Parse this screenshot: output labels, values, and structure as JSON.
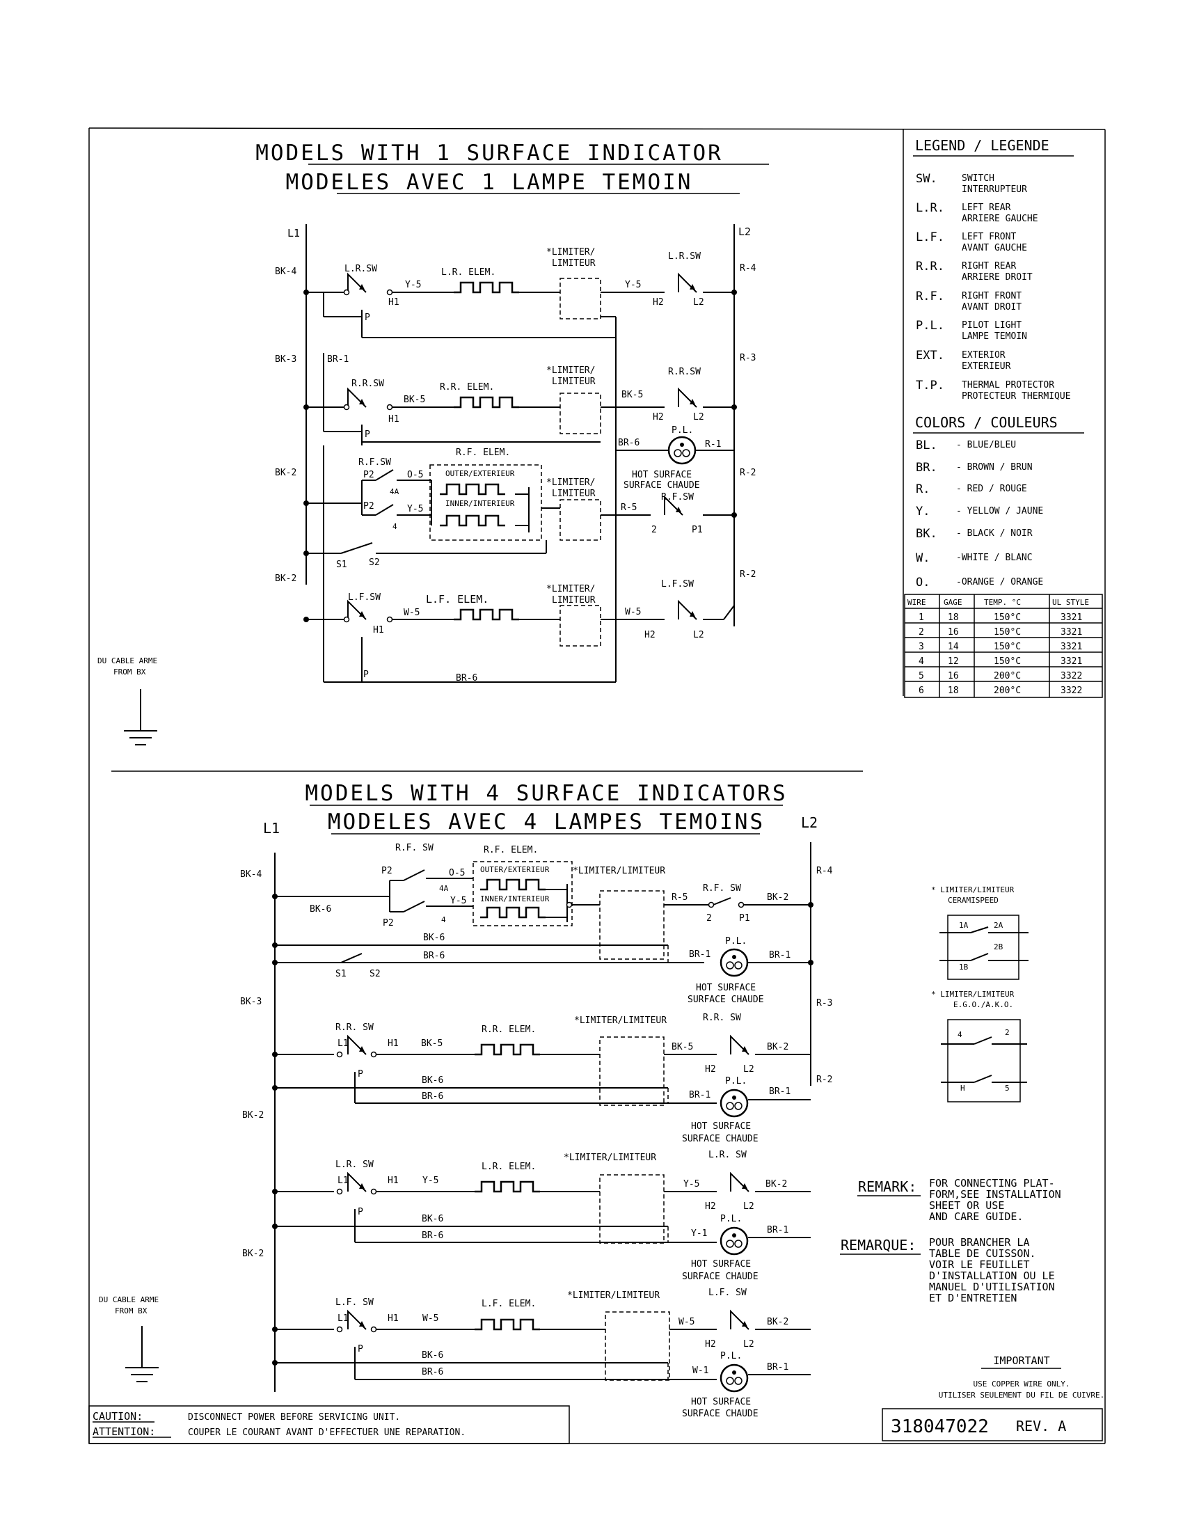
{
  "top": {
    "title1": "MODELS WITH 1 SURFACE INDICATOR",
    "title2": "MODELES AVEC 1 LAMPE TEMOIN",
    "L1": "L1",
    "L2": "L2",
    "left_wires": [
      "BK-4",
      "BK-3",
      "BK-2",
      "BK-2"
    ],
    "right_wires": [
      "R-4",
      "R-3",
      "R-2",
      "R-2"
    ],
    "rows": [
      {
        "sw": "L.R.SW",
        "wire": "Y-5",
        "elem": "L.R. ELEM.",
        "limiter": "*LIMITER/\nLIMITEUR",
        "rsw": "L.R.SW",
        "rwire": "Y-5",
        "h1": "H1",
        "h2": "H2",
        "l2": "L2",
        "p": "P"
      },
      {
        "sw": "R.R.SW",
        "wire": "BK-5",
        "elem": "R.R. ELEM.",
        "limiter": "*LIMITER/\nLIMITEUR",
        "rsw": "R.R.SW",
        "rwire": "BK-5",
        "h1": "H1",
        "h2": "H2",
        "l2": "L2",
        "p": "P"
      },
      {
        "sw": "L.F.SW",
        "wire": "W-5",
        "elem": "L.F. ELEM.",
        "limiter": "*LIMITER/\nLIMITEUR",
        "rsw": "L.F.SW",
        "rwire": "W-5",
        "h1": "H1",
        "h2": "H2",
        "l2": "L2",
        "p": "P"
      }
    ],
    "br1": "BR-1",
    "br6": "BR-6",
    "rf": {
      "sw": "R.F.SW",
      "elem": "R.F. ELEM.",
      "outer": "OUTER/EXTERIEUR",
      "inner": "INNER/INTERIEUR",
      "p2": "P2",
      "o5": "O-5",
      "a4": "4A",
      "y5": "Y-5",
      "n4": "4",
      "limiter": "*LIMITER/\nLIMITEUR",
      "r5": "R-5",
      "rsw": "R.F.SW",
      "n2": "2",
      "p1": "P1",
      "br6": "BR-6",
      "pl": "P.L.",
      "r1": "R-1",
      "hot1": "HOT SURFACE",
      "hot2": "SURFACE CHAUDE",
      "s1": "S1",
      "s2": "S2"
    },
    "ground1": "DU CABLE ARME",
    "ground2": "FROM BX"
  },
  "legend": {
    "title": "LEGEND / LEGENDE",
    "items": [
      {
        "code": "SW.",
        "en": "SWITCH",
        "fr": "INTERRUPTEUR"
      },
      {
        "code": "L.R.",
        "en": "LEFT REAR",
        "fr": "ARRIERE GAUCHE"
      },
      {
        "code": "L.F.",
        "en": "LEFT FRONT",
        "fr": "AVANT GAUCHE"
      },
      {
        "code": "R.R.",
        "en": "RIGHT REAR",
        "fr": "ARRIERE DROIT"
      },
      {
        "code": "R.F.",
        "en": "RIGHT FRONT",
        "fr": "AVANT DROIT"
      },
      {
        "code": "P.L.",
        "en": "PILOT LIGHT",
        "fr": "LAMPE TEMOIN"
      },
      {
        "code": "EXT.",
        "en": "EXTERIOR",
        "fr": "EXTERIEUR"
      },
      {
        "code": "T.P.",
        "en": "THERMAL PROTECTOR",
        "fr": "PROTECTEUR THERMIQUE"
      }
    ],
    "colors_title": "COLORS / COULEURS",
    "colors": [
      {
        "code": "BL.",
        "desc": "- BLUE/BLEU"
      },
      {
        "code": "BR.",
        "desc": "- BROWN / BRUN"
      },
      {
        "code": "R.",
        "desc": "- RED / ROUGE"
      },
      {
        "code": "Y.",
        "desc": "- YELLOW / JAUNE"
      },
      {
        "code": "BK.",
        "desc": "- BLACK / NOIR"
      },
      {
        "code": "W.",
        "desc": "-WHITE / BLANC"
      },
      {
        "code": "O.",
        "desc": "-ORANGE / ORANGE"
      }
    ],
    "wire_table": {
      "headers": [
        "WIRE",
        "GAGE",
        "TEMP. °C",
        "UL STYLE"
      ],
      "rows": [
        [
          "1",
          "18",
          "150°C",
          "3321"
        ],
        [
          "2",
          "16",
          "150°C",
          "3321"
        ],
        [
          "3",
          "14",
          "150°C",
          "3321"
        ],
        [
          "4",
          "12",
          "150°C",
          "3321"
        ],
        [
          "5",
          "16",
          "200°C",
          "3322"
        ],
        [
          "6",
          "18",
          "200°C",
          "3322"
        ]
      ]
    }
  },
  "bottom": {
    "title1": "MODELS WITH 4 SURFACE INDICATORS",
    "title2": "MODELES AVEC 4 LAMPES TEMOINS",
    "L1": "L1",
    "L2": "L2",
    "left_wires": [
      "BK-4",
      "BK-3",
      "BK-2",
      "BK-2"
    ],
    "right_wires": [
      "R-4",
      "R-3",
      "R-2"
    ],
    "bk6": "BK-6",
    "rf": {
      "sw": "R.F. SW",
      "elem": "R.F. ELEM.",
      "p2": "P2",
      "o5": "O-5",
      "a4": "4A",
      "y5": "Y-5",
      "n4": "4",
      "outer": "OUTER/EXTERIEUR",
      "inner": "INNER/INTERIEUR",
      "limiter": "*LIMITER/LIMITEUR",
      "r5": "R-5",
      "rsw": "R.F. SW",
      "bk2": "BK-2",
      "n2": "2",
      "p1": "P1",
      "bk6": "BK-6",
      "br6": "BR-6",
      "br1": "BR-1",
      "pl": "P.L.",
      "br1r": "BR-1",
      "hot1": "HOT SURFACE",
      "hot2": "SURFACE CHAUDE",
      "s1": "S1",
      "s2": "S2"
    },
    "rows": [
      {
        "sw": "R.R. SW",
        "wire": "BK-5",
        "elem": "R.R. ELEM.",
        "limiter": "*LIMITER/LIMITEUR",
        "rsw": "R.R. SW",
        "rwire": "BK-5",
        "bk2": "BK-2",
        "h1": "H1",
        "l1": "L1",
        "p": "P",
        "h2": "H2",
        "l2": "L2",
        "bk6": "BK-6",
        "br6": "BR-6",
        "brl": "BR-1",
        "brr": "BR-1",
        "pl": "P.L.",
        "hot1": "HOT SURFACE",
        "hot2": "SURFACE CHAUDE"
      },
      {
        "sw": "L.R. SW",
        "wire": "Y-5",
        "elem": "L.R. ELEM.",
        "limiter": "*LIMITER/LIMITEUR",
        "rsw": "L.R. SW",
        "rwire": "Y-5",
        "bk2": "BK-2",
        "h1": "H1",
        "l1": "L1",
        "p": "P",
        "h2": "H2",
        "l2": "L2",
        "bk6": "BK-6",
        "br6": "BR-6",
        "brl": "Y-1",
        "brr": "BR-1",
        "pl": "P.L.",
        "hot1": "HOT SURFACE",
        "hot2": "SURFACE CHAUDE"
      },
      {
        "sw": "L.F. SW",
        "wire": "W-5",
        "elem": "L.F. ELEM.",
        "limiter": "*LIMITER/LIMITEUR",
        "rsw": "L.F. SW",
        "rwire": "W-5",
        "bk2": "BK-2",
        "h1": "H1",
        "l1": "L1",
        "p": "P",
        "h2": "H2",
        "l2": "L2",
        "bk6": "BK-6",
        "br6": "BR-6",
        "brl": "W-1",
        "brr": "BR-1",
        "pl": "P.L.",
        "hot1": "HOT SURFACE",
        "hot2": "SURFACE CHAUDE"
      }
    ],
    "ground1": "DU CABLE ARME",
    "ground2": "FROM BX"
  },
  "limiter_notes": {
    "a1": "* LIMITER/LIMITEUR",
    "a2": "CERAMISPEED",
    "a_pins": [
      "1A",
      "2A",
      "2B",
      "1B"
    ],
    "b1": "* LIMITER/LIMITEUR",
    "b2": "E.G.O./A.K.O.",
    "b_pins": [
      "4",
      "2",
      "H",
      "5"
    ]
  },
  "remark": {
    "label": "REMARK:",
    "lines": [
      "FOR CONNECTING PLAT-",
      "FORM,SEE INSTALLATION",
      "SHEET OR USE",
      "AND CARE GUIDE."
    ]
  },
  "remarque": {
    "label": "REMARQUE:",
    "lines": [
      "POUR BRANCHER LA",
      "TABLE DE CUISSON.",
      "VOIR LE FEUILLET",
      "D'INSTALLATION OU LE",
      "MANUEL D'UTILISATION",
      "ET D'ENTRETIEN"
    ]
  },
  "important": {
    "title": "IMPORTANT",
    "line1": "USE COPPER WIRE ONLY.",
    "line2": "UTILISER SEULEMENT DU FIL DE CUIVRE."
  },
  "caution": {
    "label1": "CAUTION:",
    "text1": "DISCONNECT POWER BEFORE SERVICING UNIT.",
    "label2": "ATTENTION:",
    "text2": "COUPER LE COURANT AVANT D'EFFECTUER UNE REPARATION."
  },
  "part": {
    "number": "318047022",
    "rev": "REV. A"
  }
}
